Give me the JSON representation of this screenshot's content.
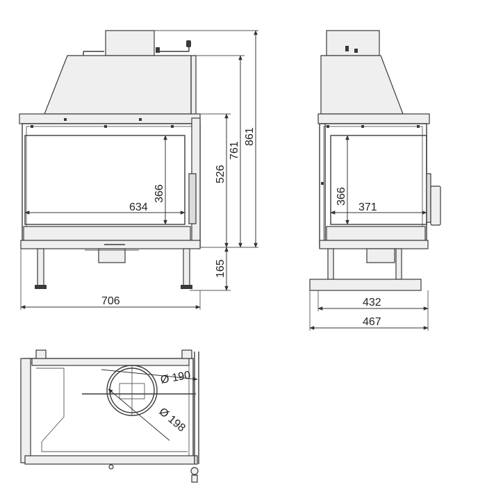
{
  "dimensions": {
    "front_overall_width": "706",
    "front_glass_width": "634",
    "front_glass_height": "366",
    "front_body_height": "526",
    "front_top_height": "761",
    "front_total_height": "861",
    "front_leg_height": "165",
    "side_glass_height": "366",
    "side_glass_width": "371",
    "side_depth_body": "432",
    "side_depth_total": "467",
    "plan_outlet_inner": "Ø 190",
    "plan_outlet_outer": "Ø 198"
  },
  "colors": {
    "line": "#3a3a3a",
    "fill_light": "#efefef",
    "fill_mid": "#dcdcdc"
  }
}
